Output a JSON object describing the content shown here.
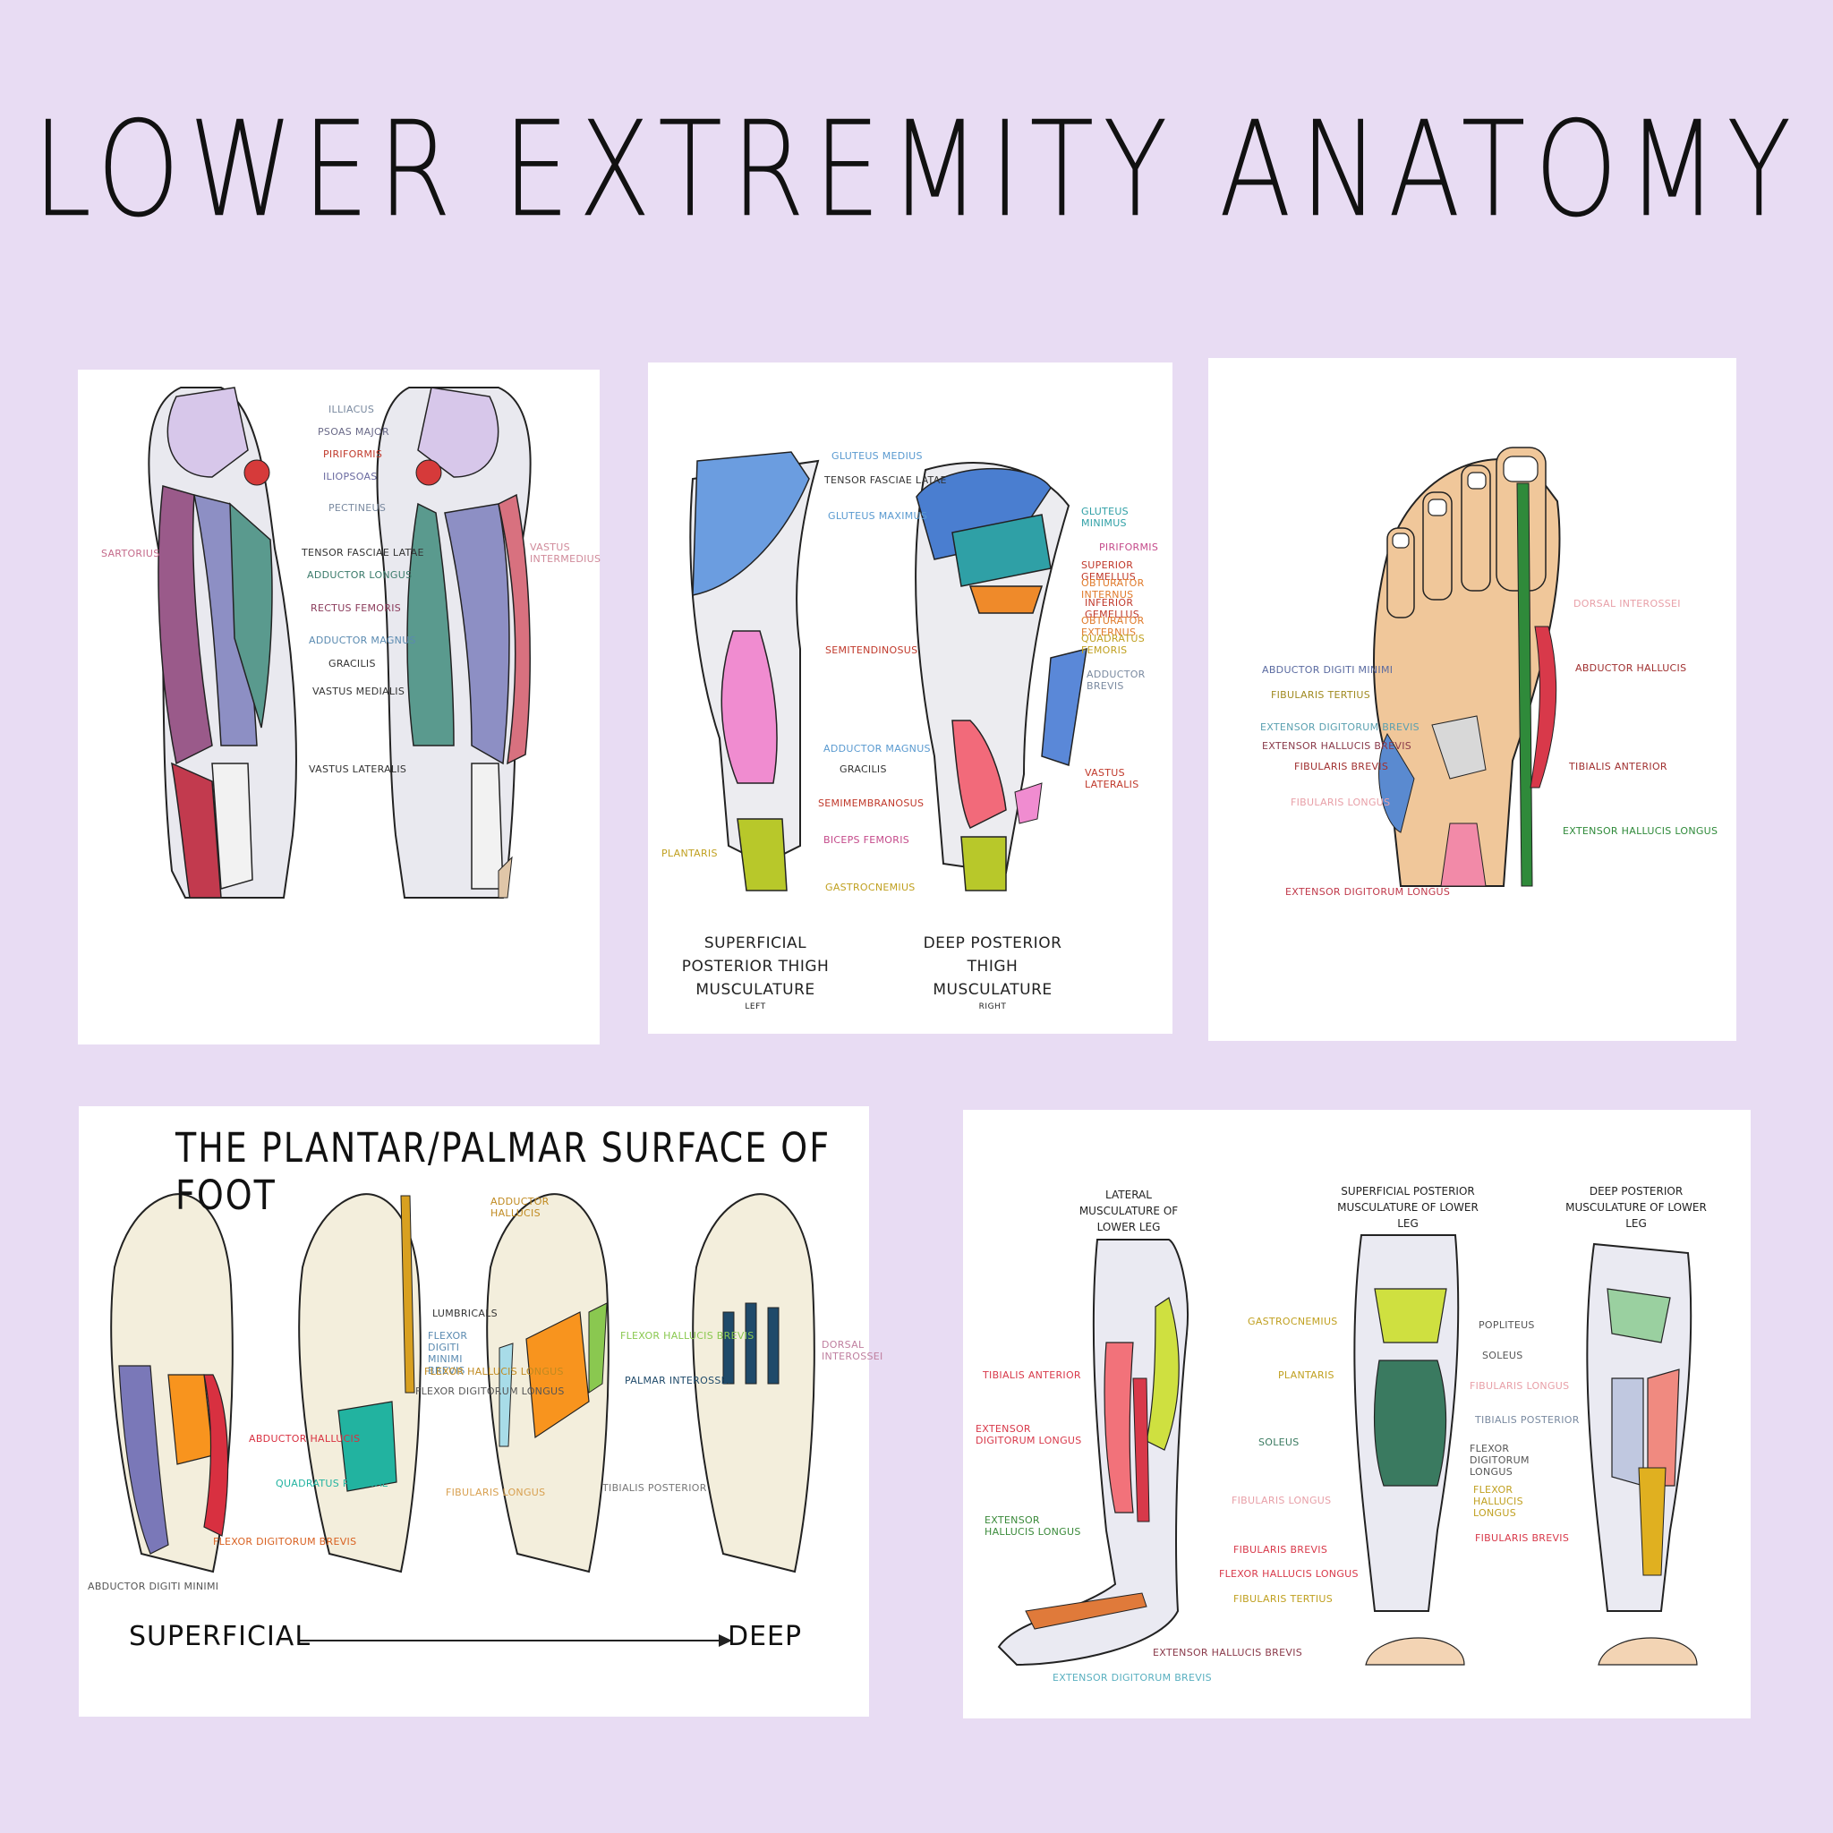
{
  "page": {
    "title": "LOWER EXTREMITY ANATOMY",
    "background": "#e8dcf3"
  },
  "card1": {
    "labels": [
      "ILLIACUS",
      "PSOAS MAJOR",
      "PIRIFORMIS",
      "ILIOPSOAS",
      "PECTINEUS",
      "TENSOR FASCIAE LATAE",
      "ADDUCTOR LONGUS",
      "RECTUS FEMORIS",
      "ADDUCTOR MAGNUS",
      "GRACILIS",
      "VASTUS MEDIALIS",
      "VASTUS LATERALIS",
      "SARTORIUS",
      "VASTUS INTERMEDIUS"
    ]
  },
  "card2": {
    "labels": [
      "GLUTEUS MEDIUS",
      "TENSOR FASCIAE LATAE",
      "GLUTEUS MAXIMUS",
      "GLUTEUS MINIMUS",
      "PIRIFORMIS",
      "SUPERIOR GEMELLUS",
      "OBTURATOR INTERNUS",
      "INFERIOR GEMELLUS",
      "OBTURATOR EXTERNUS",
      "QUADRATUS FEMORIS",
      "ADDUCTOR BREVIS",
      "SEMITENDINOSUS",
      "ADDUCTOR MAGNUS",
      "GRACILIS",
      "SEMIMEMBRANOSUS",
      "BICEPS FEMORIS",
      "VASTUS LATERALIS",
      "PLANTARIS",
      "GASTROCNEMIUS"
    ],
    "caption_left": "SUPERFICIAL POSTERIOR THIGH MUSCULATURE",
    "caption_left_sub": "LEFT",
    "caption_right": "DEEP POSTERIOR THIGH MUSCULATURE",
    "caption_right_sub": "RIGHT"
  },
  "card3": {
    "labels": [
      "DORSAL INTEROSSEI",
      "ABDUCTOR HALLUCIS",
      "ABDUCTOR DIGITI MINIMI",
      "FIBULARIS TERTIUS",
      "EXTENSOR DIGITORUM BREVIS",
      "EXTENSOR HALLUCIS BREVIS",
      "FIBULARIS BREVIS",
      "FIBULARIS LONGUS",
      "TIBIALIS ANTERIOR",
      "EXTENSOR HALLUCIS LONGUS",
      "EXTENSOR DIGITORUM LONGUS"
    ]
  },
  "card4": {
    "title": "THE PLANTAR/PALMAR SURFACE OF FOOT",
    "labels": [
      "ABDUCTOR HALLUCIS",
      "FLEXOR DIGITORUM BREVIS",
      "ABDUCTOR DIGITI MINIMI",
      "LUMBRICALS",
      "FLEXOR DIGITI MINIMI BREVIS",
      "FLEXOR HALLUCIS LONGUS",
      "FLEXOR DIGITORUM LONGUS",
      "QUADRATUS PLANTAE",
      "ADDUCTOR HALLUCIS",
      "FLEXOR HALLUCIS BREVIS",
      "FIBULARIS LONGUS",
      "TIBIALIS POSTERIOR",
      "PALMAR INTEROSSEI",
      "DORSAL INTEROSSEI"
    ],
    "legend_left": "SUPERFICIAL",
    "legend_right": "DEEP"
  },
  "card5": {
    "header_left": "LATERAL MUSCULATURE OF LOWER LEG",
    "header_mid": "SUPERFICIAL POSTERIOR MUSCULATURE OF LOWER LEG",
    "header_right": "DEEP POSTERIOR MUSCULATURE OF LOWER LEG",
    "labels": [
      "GASTROCNEMIUS",
      "TIBIALIS ANTERIOR",
      "PLANTARIS",
      "EXTENSOR DIGITORUM LONGUS",
      "SOLEUS",
      "FIBULARIS LONGUS",
      "EXTENSOR HALLUCIS LONGUS",
      "FIBULARIS BREVIS",
      "FLEXOR HALLUCIS LONGUS",
      "FIBULARIS TERTIUS",
      "EXTENSOR HALLUCIS BREVIS",
      "EXTENSOR DIGITORUM BREVIS",
      "POPLITEUS",
      "TIBIALIS POSTERIOR",
      "FLEXOR DIGITORUM LONGUS"
    ]
  }
}
